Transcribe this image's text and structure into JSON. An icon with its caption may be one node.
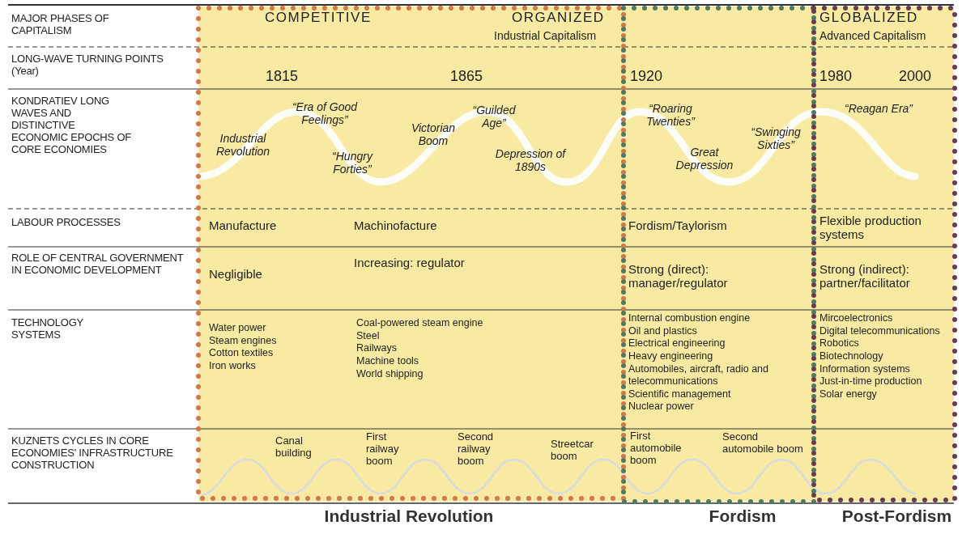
{
  "diagram": {
    "labels": [
      "MAJOR PHASES OF CAPITALISM",
      "COMPETITIVE",
      "ORGANIZED",
      "GLOBALIZED",
      "Industrial Capitalism",
      "Advanced Capitalism",
      "LONG-WAVE TURNING POINTS (Year)",
      "1815",
      "1865",
      "1920",
      "1980",
      "2000",
      "KONDRATIEV LONG WAVES AND DISTINCTIVE ECONOMIC EPOCHS OF CORE ECONOMIES",
      "“Era of Good Feelings”",
      "Industrial Revolution",
      "“Hungry Forties”",
      "Victorian Boom",
      "“Guilded Age”",
      "Depression of 1890s",
      "“Roaring Twenties”",
      "Great Depression",
      "“Swinging Sixties”",
      "“Reagan Era”",
      "LABOUR PROCESSES",
      "Manufacture",
      "Machinofacture",
      "Fordism/Taylorism",
      "Flexible production systems",
      "ROLE OF CENTRAL GOVERNMENT IN ECONOMIC DEVELOPMENT",
      "Negligible",
      "Increasing: regulator",
      "Strong (direct): manager/regulator",
      "Strong (indirect): partner/facilitator",
      "TECHNOLOGY SYSTEMS",
      "Water power",
      "Steam engines",
      "Cotton textiles",
      "Iron works",
      "Coal-powered steam engine",
      "Steel",
      "Railways",
      "Machine tools",
      "World shipping",
      "Internal combustion engine",
      "Oil and plastics",
      "Electrical engineering",
      "Heavy engineering",
      "Automobiles, aircraft, radio and telecommunications",
      "Scientific management",
      "Nuclear power",
      "Mircoelectronics",
      "Digital telecommunications",
      "Robotics",
      "Biotechnology",
      "Information systems",
      "Just-in-time production",
      "Solar energy",
      "KUZNETS CYCLES IN CORE ECONOMIES' INFRASTRUCTURE CONSTRUCTION",
      "Canal building",
      "First railway boom",
      "Second railway boom",
      "Streetcar boom",
      "First automobile boom",
      "Second automobile boom",
      "Industrial Revolution",
      "Fordism",
      "Post-Fordism"
    ]
  }
}
